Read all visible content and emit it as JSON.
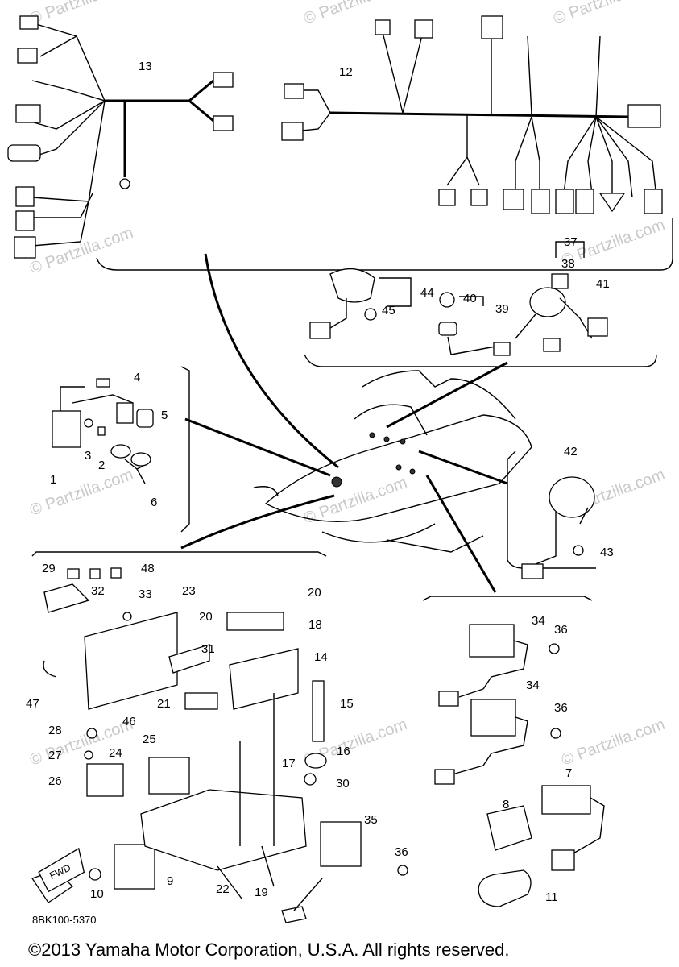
{
  "watermark": "© Partzilla.com",
  "drawing_code": "8BK100-5370",
  "copyright": "©2013 Yamaha Motor Corporation, U.S.A. All rights reserved.",
  "fwd_label": "FWD",
  "callouts": {
    "c1": "1",
    "c2": "2",
    "c3": "3",
    "c4": "4",
    "c5": "5",
    "c6": "6",
    "c7": "7",
    "c8": "8",
    "c9": "9",
    "c10": "10",
    "c11": "11",
    "c12": "12",
    "c13": "13",
    "c14": "14",
    "c15": "15",
    "c16": "16",
    "c17": "17",
    "c18": "18",
    "c19": "19",
    "c20a": "20",
    "c20b": "20",
    "c21": "21",
    "c22": "22",
    "c23": "23",
    "c24": "24",
    "c25": "25",
    "c26": "26",
    "c27": "27",
    "c28": "28",
    "c29": "29",
    "c30": "30",
    "c31": "31",
    "c32": "32",
    "c33": "33",
    "c34a": "34",
    "c34b": "34",
    "c35": "35",
    "c36a": "36",
    "c36b": "36",
    "c36c": "36",
    "c37": "37",
    "c38": "38",
    "c39": "39",
    "c40": "40",
    "c41": "41",
    "c42": "42",
    "c43": "43",
    "c44": "44",
    "c45": "45",
    "c46": "46",
    "c47": "47",
    "c48": "48"
  }
}
